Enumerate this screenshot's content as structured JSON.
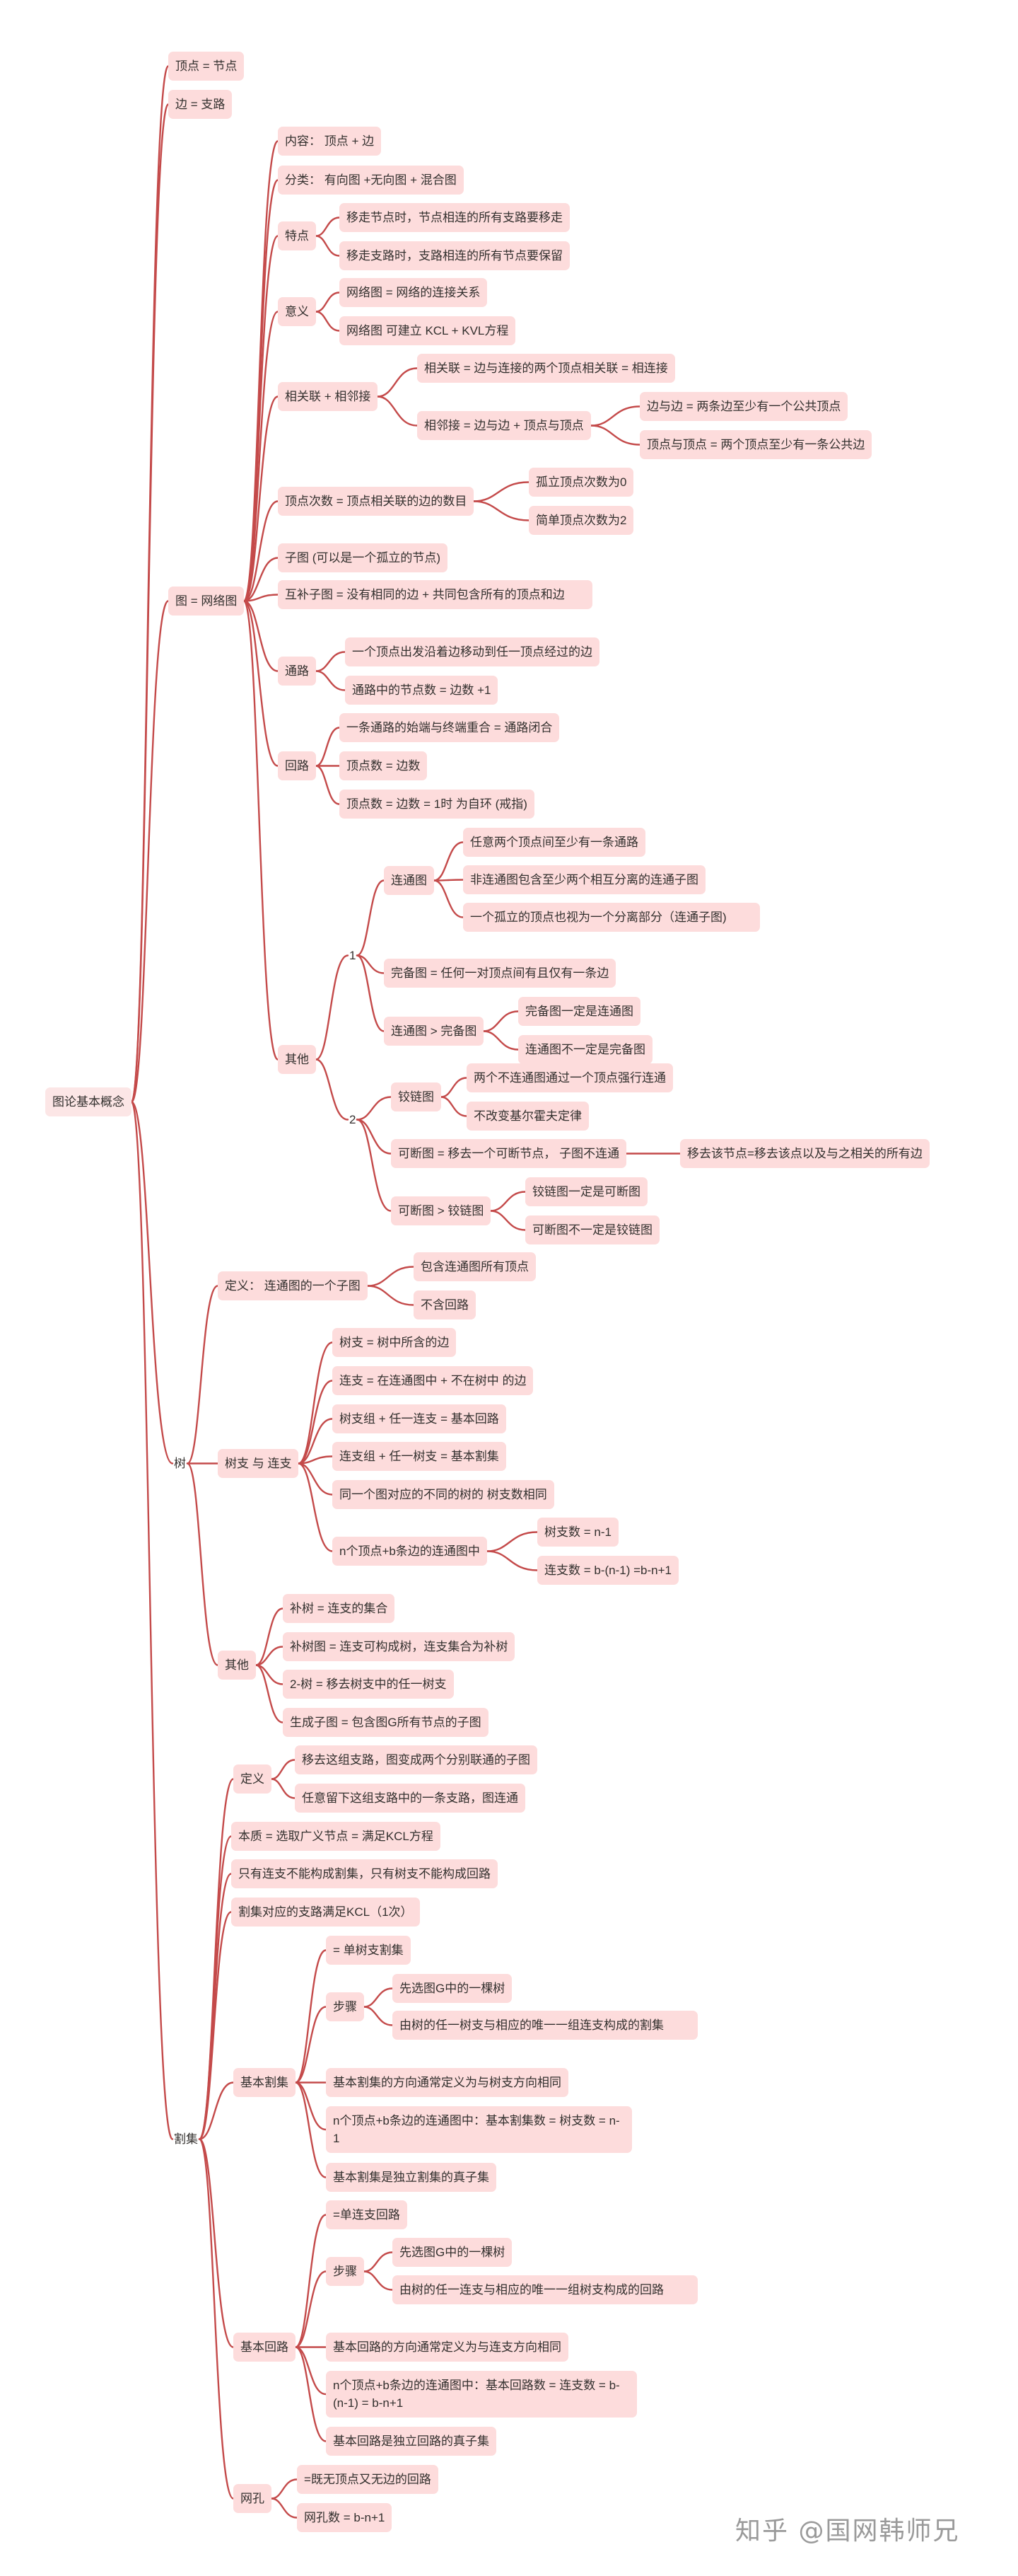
{
  "mindmap": {
    "link_color": "#c44a4a",
    "node_color": "#fddcdc",
    "root": "图论基本概念",
    "level1": {
      "vertex": "顶点 = 节点",
      "edge": "边 = 支路",
      "graph": "图 = 网络图",
      "tree": "树",
      "cutset": "割集"
    },
    "graph": {
      "content": "内容： 顶点 + 边",
      "classify": "分类： 有向图 +无向图 + 混合图",
      "feature": "特点",
      "feature_1": "移走节点时，节点相连的所有支路要移走",
      "feature_2": "移走支路时，支路相连的所有节点要保留",
      "meaning": "意义",
      "meaning_1": "网络图 = 网络的连接关系",
      "meaning_2": "网络图 可建立 KCL + KVL方程",
      "assoc": "相关联 + 相邻接",
      "assoc_1": "相关联 = 边与连接的两个顶点相关联 = 相连接",
      "adjacent": "相邻接 = 边与边 + 顶点与顶点",
      "adjacent_1": "边与边 = 两条边至少有一个公共顶点",
      "adjacent_2": "顶点与顶点 = 两个顶点至少有一条公共边",
      "degree": "顶点次数 = 顶点相关联的边的数目",
      "degree_1": "孤立顶点次数为0",
      "degree_2": "简单顶点次数为2",
      "subgraph": "子图 (可以是一个孤立的节点)",
      "complement": "互补子图 = 没有相同的边 + 共同包含所有的顶点和边",
      "path": "通路",
      "path_1": "一个顶点出发沿着边移动到任一顶点经过的边",
      "path_2": "通路中的节点数 = 边数 +1",
      "loop": "回路",
      "loop_1": "一条通路的始端与终端重合 = 通路闭合",
      "loop_2": "顶点数 = 边数",
      "loop_3": "顶点数 = 边数 = 1时 为自环 (戒指)",
      "other": "其他",
      "group1": "1",
      "connected": "连通图",
      "connected_1": "任意两个顶点间至少有一条通路",
      "connected_2": "非连通图包含至少两个相互分离的连通子图",
      "connected_3": "一个孤立的顶点也视为一个分离部分（连通子图)",
      "complete": "完备图 = 任何一对顶点间有且仅有一条边",
      "conn_vs_comp": "连通图 > 完备图",
      "conn_vs_comp_1": "完备图一定是连通图",
      "conn_vs_comp_2": "连通图不一定是完备图",
      "group2": "2",
      "hinge": "铰链图",
      "hinge_1": "两个不连通图通过一个顶点强行连通",
      "hinge_2": "不改变基尔霍夫定律",
      "separable": "可断图 = 移去一个可断节点， 子图不连通",
      "separable_1": "移去该节点=移去该点以及与之相关的所有边",
      "sep_vs_hinge": "可断图 > 铰链图",
      "sep_vs_hinge_1": "铰链图一定是可断图",
      "sep_vs_hinge_2": "可断图不一定是铰链图"
    },
    "tree": {
      "definition": "定义： 连通图的一个子图",
      "definition_1": "包含连通图所有顶点",
      "definition_2": "不含回路",
      "branch_link": "树支 与 连支",
      "bl_1": "树支 = 树中所含的边",
      "bl_2": "连支 = 在连通图中 + 不在树中 的边",
      "bl_3": "树支组 + 任一连支 = 基本回路",
      "bl_4": "连支组 + 任一树支 = 基本割集",
      "bl_5": "同一个图对应的不同的树的 树支数相同",
      "bl_6": "n个顶点+b条边的连通图中",
      "bl_6_1": "树支数 = n-1",
      "bl_6_2": "连支数 = b-(n-1) =b-n+1",
      "other": "其他",
      "other_1": "补树 = 连支的集合",
      "other_2": "补树图 = 连支可构成树，连支集合为补树",
      "other_3": "2-树 = 移去树支中的任一树支",
      "other_4": "生成子图 = 包含图G所有节点的子图"
    },
    "cutset": {
      "definition": "定义",
      "definition_1": "移去这组支路，图变成两个分别联通的子图",
      "definition_2": "任意留下这组支路中的一条支路，图连通",
      "essence": "本质 = 选取广义节点 = 满足KCL方程",
      "only_link": "只有连支不能构成割集，只有树支不能构成回路",
      "kcl": "割集对应的支路满足KCL（1次）",
      "basic_cut": "基本割集",
      "bc_1": "= 单树支割集",
      "bc_steps": "步骤",
      "bc_step_1": "先选图G中的一棵树",
      "bc_step_2": "由树的任一树支与相应的唯一一组连支构成的割集",
      "bc_2": "基本割集的方向通常定义为与树支方向相同",
      "bc_3": "n个顶点+b条边的连通图中：基本割集数 = 树支数 = n-1",
      "bc_4": "基本割集是独立割集的真子集",
      "basic_loop": "基本回路",
      "bl_1": "=单连支回路",
      "bl_steps": "步骤",
      "bl_step_1": "先选图G中的一棵树",
      "bl_step_2": "由树的任一连支与相应的唯一一组树支构成的回路",
      "bl_2": "基本回路的方向通常定义为与连支方向相同",
      "bl_3": "n个顶点+b条边的连通图中：基本回路数 = 连支数 = b-(n-1) = b-n+1",
      "bl_4": "基本回路是独立回路的真子集",
      "mesh": "网孔",
      "mesh_1": "=既无顶点又无边的回路",
      "mesh_2": "网孔数 = b-n+1"
    },
    "watermark": "知乎 @国网韩师兄"
  }
}
